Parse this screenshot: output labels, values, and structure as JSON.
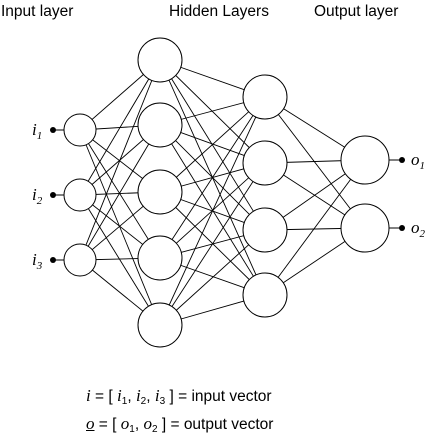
{
  "headers": {
    "input": "Input layer",
    "hidden": "Hidden Layers",
    "output": "Output layer"
  },
  "inputs": [
    {
      "letter": "i",
      "sub": "1"
    },
    {
      "letter": "i",
      "sub": "2"
    },
    {
      "letter": "i",
      "sub": "3"
    }
  ],
  "outputs": [
    {
      "letter": "o",
      "sub": "1"
    },
    {
      "letter": "o",
      "sub": "2"
    }
  ],
  "network": {
    "layers": [
      3,
      5,
      4,
      2
    ]
  },
  "legend": {
    "input_vector": {
      "symbol": "i",
      "open": " = [ ",
      "items": [
        "i",
        "i",
        "i"
      ],
      "subs": [
        "1",
        "2",
        "3"
      ],
      "close": " ] = ",
      "description": "input vector"
    },
    "output_vector": {
      "symbol": "o",
      "open": " = [ ",
      "items": [
        "o",
        "o"
      ],
      "subs": [
        "1",
        "2"
      ],
      "close": " ] = ",
      "description": "output vector"
    }
  }
}
